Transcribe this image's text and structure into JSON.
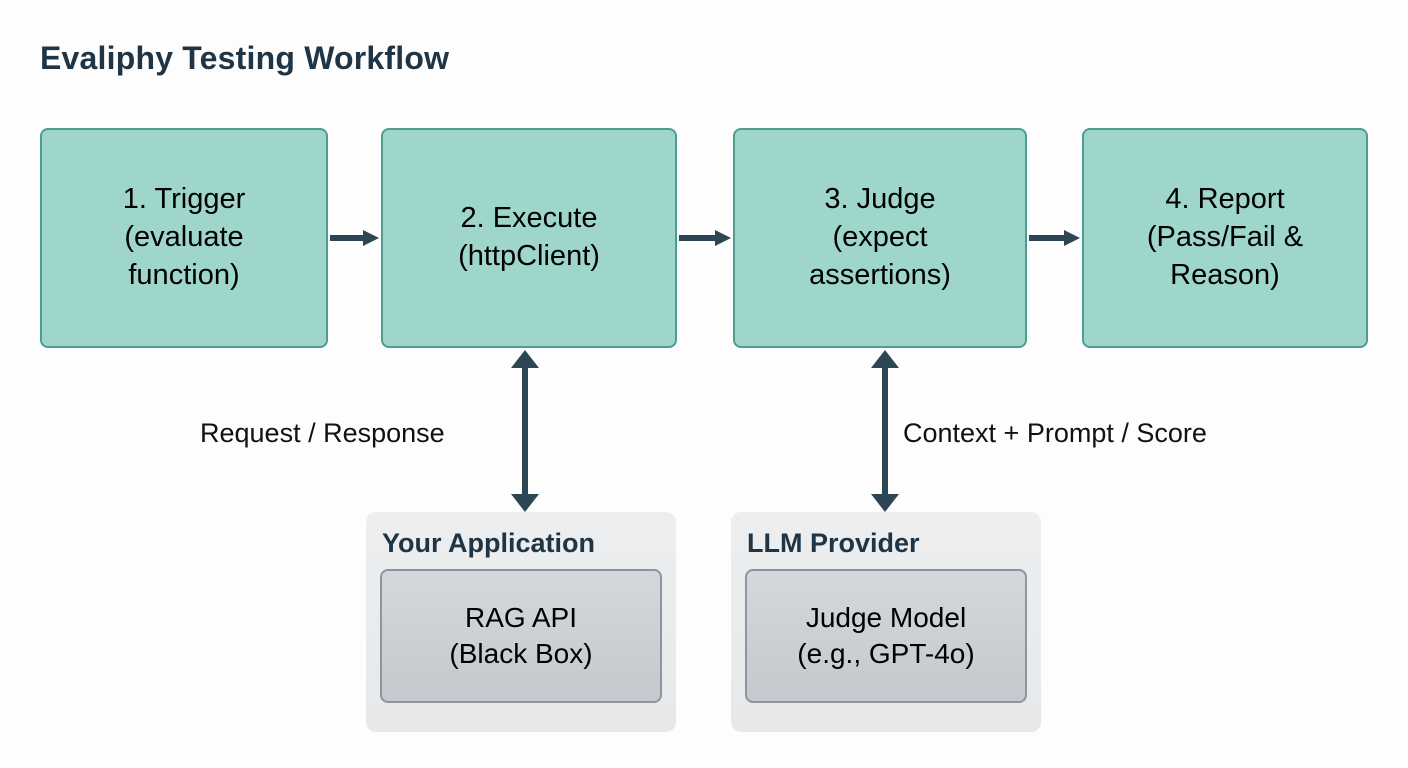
{
  "diagram": {
    "title": "Evaliphy Testing Workflow",
    "background_color": "#fdfdfd",
    "stage_fill": "#9ed6cc",
    "stage_border": "#4f9d92",
    "arrow_color": "#2c4654",
    "system_fill": "#eceef0",
    "system_inner_fill": "#c8ccd0",
    "title_color": "#1f3545"
  },
  "stages": [
    {
      "id": "trigger",
      "line1": "1. Trigger",
      "line2": "(evaluate",
      "line3": "function)"
    },
    {
      "id": "execute",
      "line1": "2. Execute",
      "line2": "(httpClient)",
      "line3": ""
    },
    {
      "id": "judge",
      "line1": "3. Judge",
      "line2": "(expect",
      "line3": "assertions)"
    },
    {
      "id": "report",
      "line1": "4. Report",
      "line2": "(Pass/Fail &",
      "line3": "Reason)"
    }
  ],
  "edge_labels": [
    {
      "id": "request-response",
      "text": "Request / Response"
    },
    {
      "id": "context-prompt-score",
      "text": "Context + Prompt / Score"
    }
  ],
  "systems": [
    {
      "id": "your-application",
      "title": "Your Application",
      "inner_line1": "RAG API",
      "inner_line2": "(Black Box)"
    },
    {
      "id": "llm-provider",
      "title": "LLM Provider",
      "inner_line1": "Judge Model",
      "inner_line2": "(e.g., GPT-4o)"
    }
  ]
}
